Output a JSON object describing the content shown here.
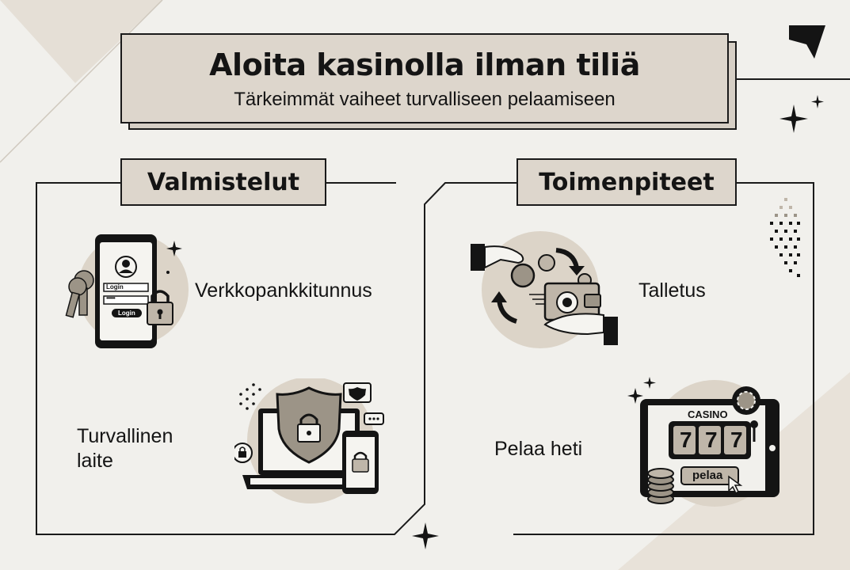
{
  "header": {
    "title": "Aloita kasinolla ilman tiliä",
    "subtitle": "Tärkeimmät vaiheet turvalliseen pelaamiseen"
  },
  "sections": {
    "left": {
      "title": "Valmistelut",
      "items": [
        {
          "label": "Verkkopankkitunnus",
          "icon": "phone-login-icon"
        },
        {
          "label_line1": "Turvallinen",
          "label_line2": "laite",
          "icon": "secure-devices-icon"
        }
      ],
      "phone_ui": {
        "username_placeholder": "Login",
        "password_mask": "••••••",
        "button_label": "Login"
      }
    },
    "right": {
      "title": "Toimenpiteet",
      "items": [
        {
          "label": "Talletus",
          "icon": "money-transfer-icon"
        },
        {
          "label": "Pelaa heti",
          "icon": "slot-tablet-icon"
        }
      ],
      "tablet_ui": {
        "brand": "CASINO",
        "reels": [
          "7",
          "7",
          "7"
        ],
        "button_label": "pelaa"
      }
    }
  },
  "colors": {
    "background": "#f1f0ec",
    "beige": "#ddd6cc",
    "circle": "#dcd4c8",
    "ink": "#141414"
  }
}
